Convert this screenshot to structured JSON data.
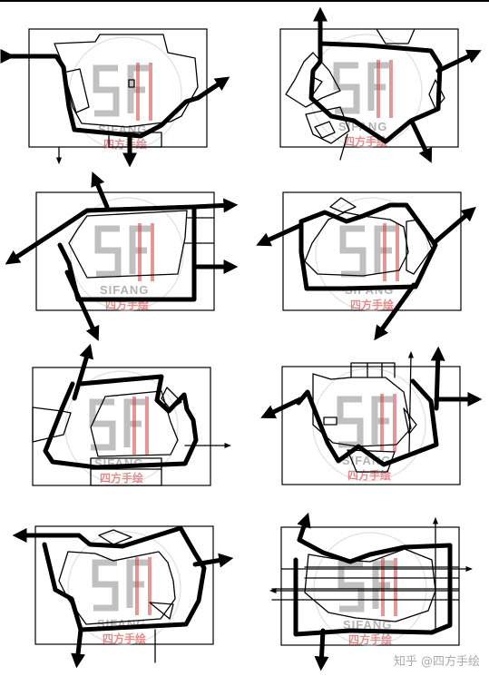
{
  "watermark": {
    "logo_letters": "SF",
    "brand_latin": "SIFANG",
    "brand_cn": "四方手绘"
  },
  "credit": {
    "platform": "知乎",
    "author": "@四方手绘"
  },
  "diagrams": [
    {
      "id": 1,
      "label": ""
    },
    {
      "id": 2,
      "label": ""
    },
    {
      "id": 3,
      "label": ""
    },
    {
      "id": 4,
      "label": ""
    },
    {
      "id": 5,
      "label": ""
    },
    {
      "id": 6,
      "label": ""
    },
    {
      "id": 7,
      "label": ""
    },
    {
      "id": 8,
      "label": ""
    }
  ]
}
